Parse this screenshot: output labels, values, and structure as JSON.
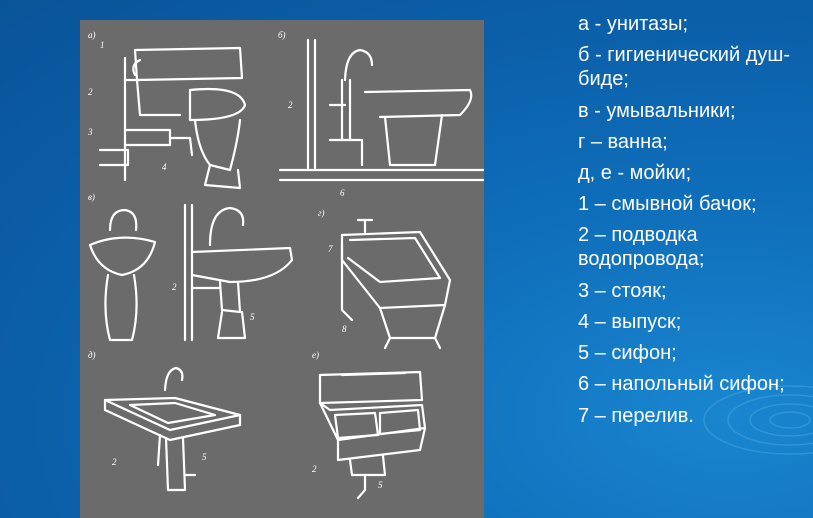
{
  "legend": {
    "items": [
      "а - унитазы;",
      "б - гигиенический душ-биде;",
      "в - умывальники;",
      "г – ванна;",
      "д, е - мойки;",
      "1 – смывной бачок;",
      "2 – подводка водопровода;",
      "3 – стояк;",
      "4 – выпуск;",
      "5 – сифон;",
      "6 – напольный сифон;",
      "7 – перелив."
    ]
  },
  "figure": {
    "panel_labels": [
      "а)",
      "б)",
      "в)",
      "г)",
      "д)",
      "е)"
    ],
    "callouts": [
      "1",
      "2",
      "3",
      "4",
      "2",
      "6",
      "2",
      "5",
      "7",
      "8",
      "2",
      "5",
      "2",
      "5"
    ]
  },
  "colors": {
    "background": "#0b5ea8",
    "figure_background": "#6b6b6b",
    "line_art": "#ffffff",
    "text": "#ffffff"
  }
}
